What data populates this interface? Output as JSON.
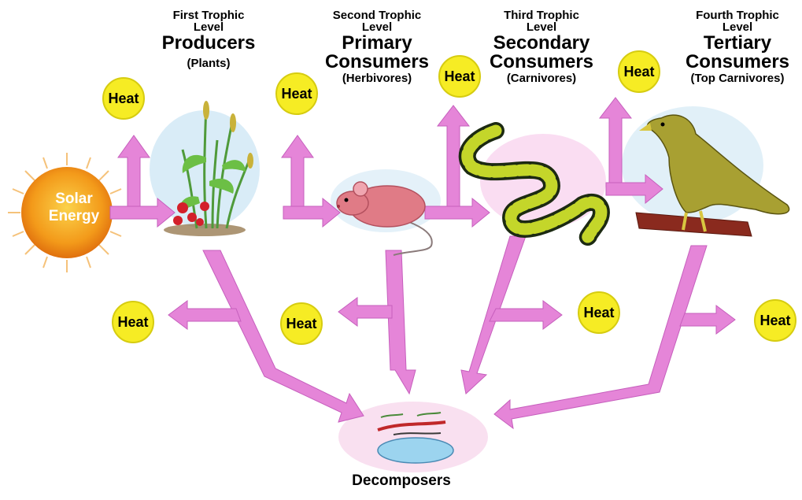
{
  "solar": {
    "line1": "Solar",
    "line2": "Energy"
  },
  "heat_label": "Heat",
  "levels": [
    {
      "top1": "First Trophic",
      "top2": "Level",
      "big1": "Producers",
      "big2": "",
      "paren": "(Plants)"
    },
    {
      "top1": "Second Trophic",
      "top2": "Level",
      "big1": "Primary",
      "big2": "Consumers",
      "paren": "(Herbivores)"
    },
    {
      "top1": "Third Trophic",
      "top2": "Level",
      "big1": "Secondary",
      "big2": "Consumers",
      "paren": "(Carnivores)"
    },
    {
      "top1": "Fourth Trophic",
      "top2": "Level",
      "big1": "Tertiary",
      "big2": "Consumers",
      "paren": "(Top Carnivores)"
    }
  ],
  "decomposers": "Decomposers",
  "colors": {
    "arrow": "#e585d8",
    "heat": "#f6ec24",
    "sun": "#f39a1a"
  }
}
